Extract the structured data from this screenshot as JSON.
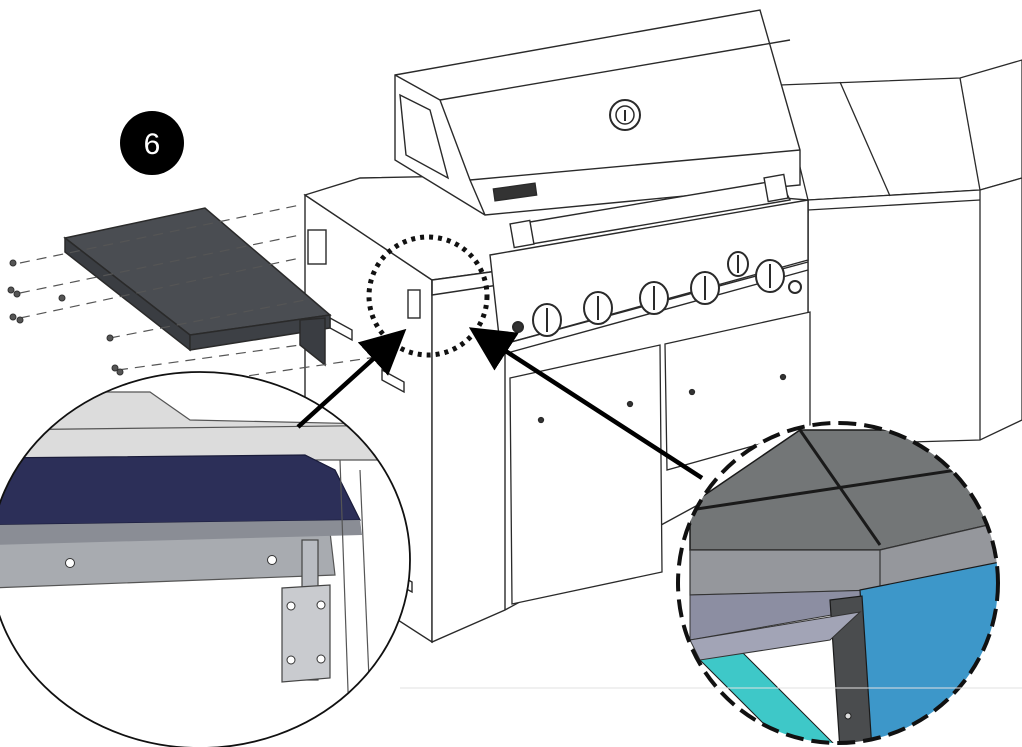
{
  "step": {
    "number": "6"
  },
  "grill": {
    "emblem": ""
  },
  "colors": {
    "line": "#2a2a2a",
    "shelf_fill": "#4a4d52",
    "badge_fill": "#000000",
    "detail_dark_navy": "#2c2f58",
    "detail_steel": "#a8abb0",
    "detail_blue": "#3d97c9",
    "detail_teal": "#3ec8c8",
    "detail_counter": "#737677"
  },
  "icons": [
    "step-number-badge",
    "pointer-arrow",
    "magnify-circle",
    "control-knob",
    "screw"
  ]
}
